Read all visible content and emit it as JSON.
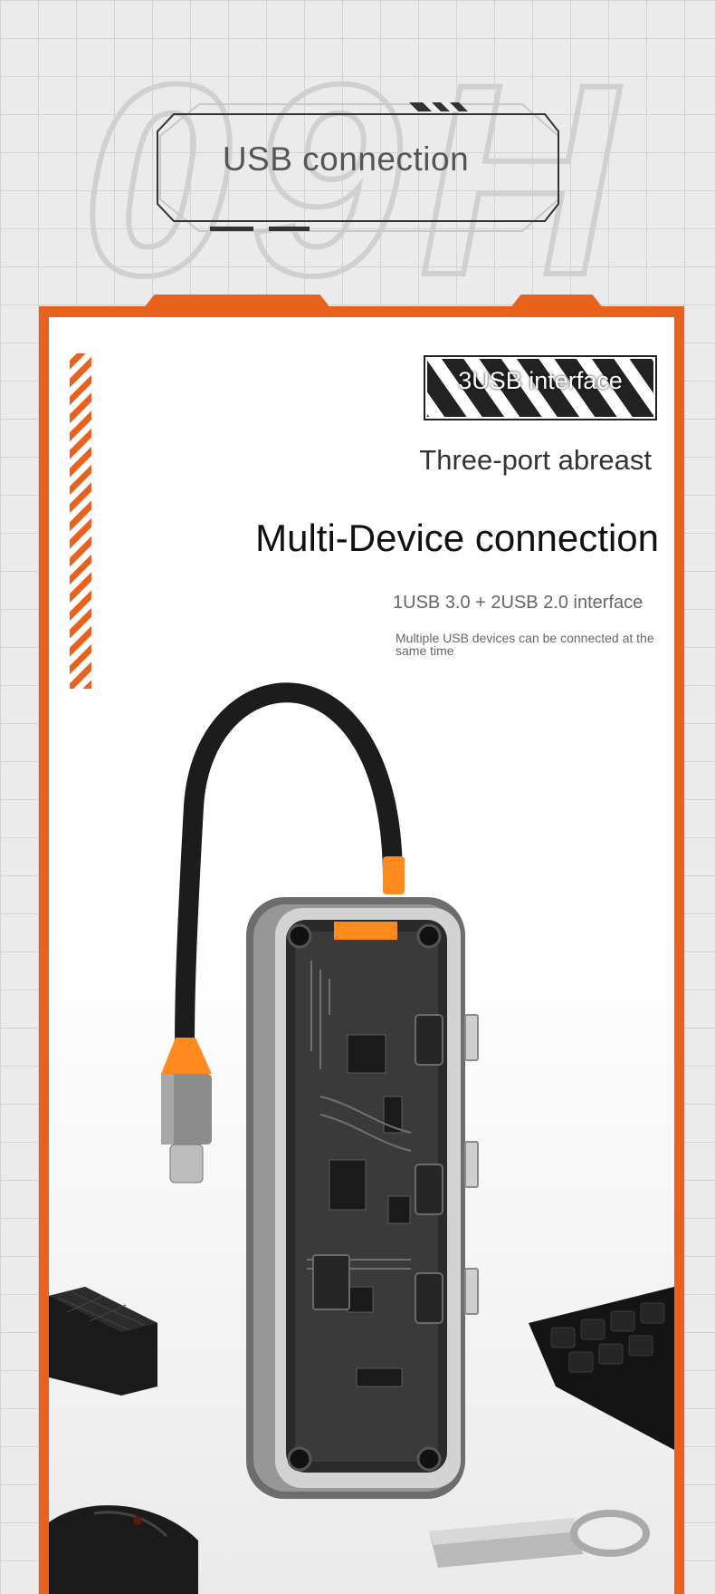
{
  "header": {
    "background_glyphs": "09H",
    "section_title": "USB connection"
  },
  "feature": {
    "badge": "3USB interface",
    "subtitle": "Three-port abreast",
    "headline": "Multi-Device connection",
    "spec": "1USB 3.0 + 2USB 2.0 interface",
    "note": "Multiple USB devices can be connected at the same time"
  },
  "colors": {
    "accent": "#e8621d",
    "background": "#ebebeb",
    "panel": "#ffffff",
    "text_dark": "#111111",
    "text_muted": "#666666"
  },
  "icons": {
    "hazard_stripe": "hazard-stripe-icon",
    "usb_hub": "usb-hub-icon",
    "hard_drive": "hard-drive-icon",
    "keyboard": "keyboard-icon",
    "mouse": "mouse-icon",
    "usb_stick": "usb-stick-icon"
  }
}
